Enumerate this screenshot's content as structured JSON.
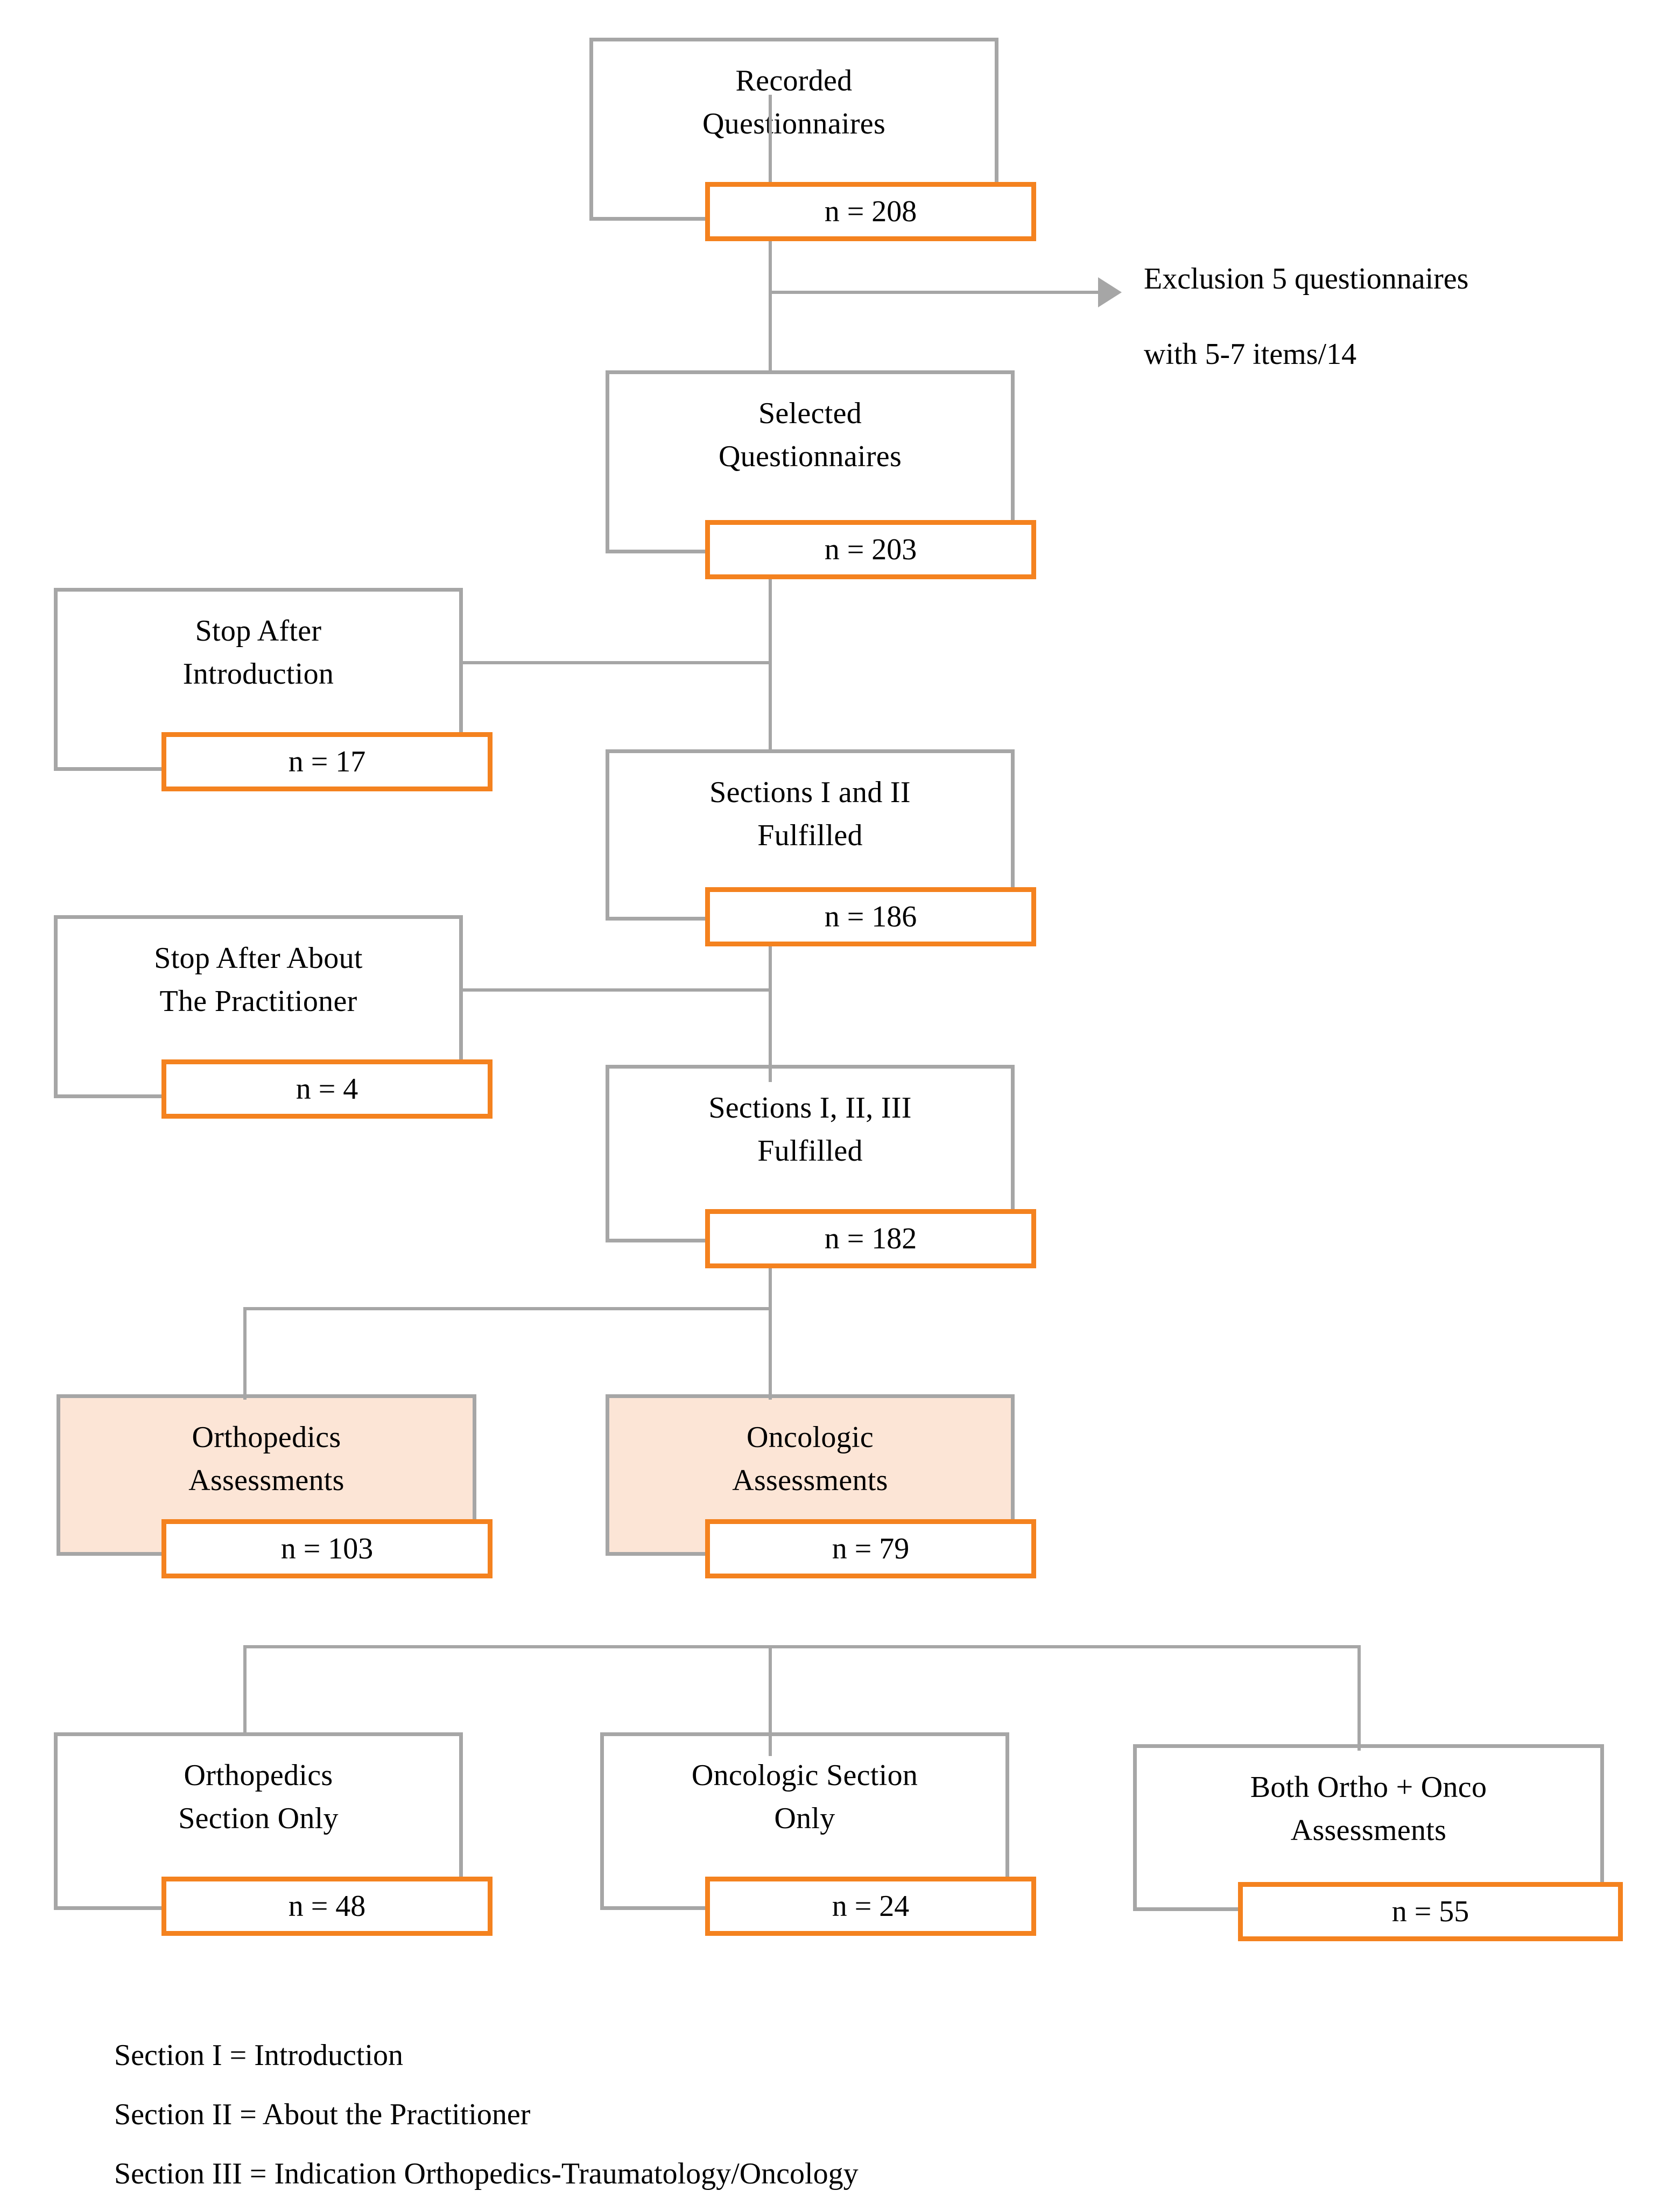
{
  "diagram": {
    "type": "flowchart",
    "title": "Questionnaire participation flow",
    "colors": {
      "box_border": "#a6a6a6",
      "chip_border": "#f4821f",
      "shaded_fill": "#fce5d6",
      "connector": "#a6a6a6",
      "text": "#000000",
      "background": "#ffffff"
    },
    "nodes": [
      {
        "id": "recorded",
        "label_lines": [
          "Recorded",
          "Questionnaires"
        ],
        "count_label": "n = 208",
        "count_value": 208,
        "shaded": false
      },
      {
        "id": "selected",
        "label_lines": [
          "Selected",
          "Questionnaires"
        ],
        "count_label": "n = 203",
        "count_value": 203,
        "shaded": false
      },
      {
        "id": "stop-intro",
        "label_lines": [
          "Stop After",
          "Introduction"
        ],
        "count_label": "n = 17",
        "count_value": 17,
        "shaded": false
      },
      {
        "id": "sections-1-2",
        "label_lines": [
          "Sections I and II",
          "Fulfilled"
        ],
        "count_label": "n = 186",
        "count_value": 186,
        "shaded": false
      },
      {
        "id": "stop-practitioner",
        "label_lines": [
          "Stop After About",
          "The Practitioner"
        ],
        "count_label": "n = 4",
        "count_value": 4,
        "shaded": false
      },
      {
        "id": "sections-1-2-3",
        "label_lines": [
          "Sections I, II, III",
          "Fulfilled"
        ],
        "count_label": "n = 182",
        "count_value": 182,
        "shaded": false
      },
      {
        "id": "orthopedics-assessments",
        "label_lines": [
          "Orthopedics",
          "Assessments"
        ],
        "count_label": "n = 103",
        "count_value": 103,
        "shaded": true
      },
      {
        "id": "oncologic-assessments",
        "label_lines": [
          "Oncologic",
          "Assessments"
        ],
        "count_label": "n = 79",
        "count_value": 79,
        "shaded": true
      },
      {
        "id": "orthopedics-section-only",
        "label_lines": [
          "Orthopedics",
          "Section Only"
        ],
        "count_label": "n = 48",
        "count_value": 48,
        "shaded": false
      },
      {
        "id": "oncologic-section-only",
        "label_lines": [
          "Oncologic Section",
          "Only"
        ],
        "count_label": "n = 24",
        "count_value": 24,
        "shaded": false
      },
      {
        "id": "both-ortho-onco",
        "label_lines": [
          "Both Ortho + Onco",
          "Assessments"
        ],
        "count_label": "n = 55",
        "count_value": 55,
        "shaded": false
      }
    ],
    "annotations": [
      {
        "id": "exclusion",
        "line1": "Exclusion 5 questionnaires",
        "line2": "with 5-7 items/14"
      }
    ],
    "legend": [
      "Section I = Introduction",
      "Section II = About the Practitioner",
      "Section III = Indication Orthopedics-Traumatology/Oncology"
    ]
  }
}
